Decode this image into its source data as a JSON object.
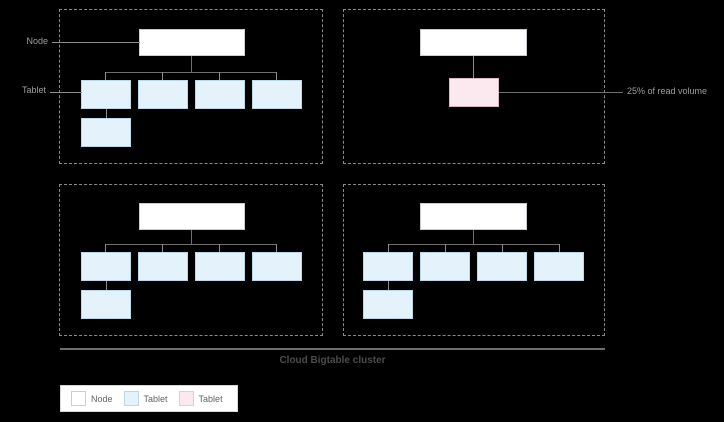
{
  "diagram": {
    "caption": "Cloud Bigtable cluster",
    "callouts": {
      "node": "Node",
      "tablet": "Tablet",
      "hotspot": "25% of read volume"
    }
  },
  "legend": {
    "items": [
      {
        "label": "Node",
        "color": "#ffffff",
        "swatch_name": "legend-swatch-node"
      },
      {
        "label": "Tablet",
        "color": "#e3f2fb",
        "swatch_name": "legend-swatch-tablet"
      },
      {
        "label": "Tablet",
        "color": "#fce8ef",
        "swatch_name": "legend-swatch-tablet-hot"
      }
    ]
  },
  "panels": [
    {
      "id": "panel-top-left",
      "node_label": "",
      "tablets": 4,
      "extra_tablets": 1,
      "hotspot": false
    },
    {
      "id": "panel-top-right",
      "node_label": "",
      "tablets": 1,
      "extra_tablets": 0,
      "hotspot": true
    },
    {
      "id": "panel-bottom-left",
      "node_label": "",
      "tablets": 4,
      "extra_tablets": 1,
      "hotspot": false
    },
    {
      "id": "panel-bottom-right",
      "node_label": "",
      "tablets": 4,
      "extra_tablets": 1,
      "hotspot": false
    }
  ],
  "colors": {
    "background": "#000000",
    "node_fill": "#ffffff",
    "tablet_fill": "#e3f2fb",
    "hotspot_fill": "#fce8ef",
    "panel_border": "#8b8b8b",
    "connector": "#6f6f6f",
    "caption_text": "#4c4c4c",
    "callout_text": "#9e9e9e"
  }
}
